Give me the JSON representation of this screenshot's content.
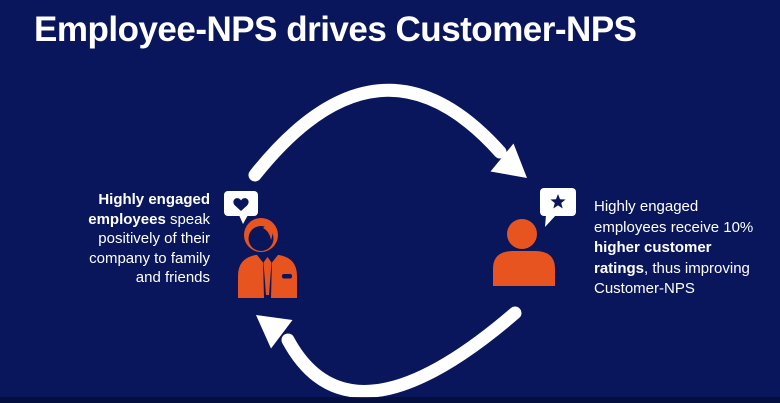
{
  "title": "Employee-NPS drives Customer-NPS",
  "colors": {
    "background": "#0a165c",
    "bottom_edge": "#050e3a",
    "orange": "#e85420",
    "white": "#ffffff"
  },
  "icons": {
    "cycle": "circular-arrows",
    "left_person": "employee-person-icon",
    "left_bubble": "heart-speech-bubble-icon",
    "right_person": "customer-person-icon",
    "right_bubble": "star-speech-bubble-icon"
  },
  "left_text": {
    "lines": [
      [
        {
          "t": "Highly engaged",
          "b": true
        }
      ],
      [
        {
          "t": "employees",
          "b": true
        },
        {
          "t": " speak",
          "b": false
        }
      ],
      [
        {
          "t": "positively of their",
          "b": false
        }
      ],
      [
        {
          "t": "company to family",
          "b": false
        }
      ],
      [
        {
          "t": "and friends",
          "b": false
        }
      ]
    ]
  },
  "right_text": {
    "lines": [
      [
        {
          "t": "Highly engaged",
          "b": false
        }
      ],
      [
        {
          "t": "employees receive 10%",
          "b": false
        }
      ],
      [
        {
          "t": "higher customer",
          "b": true
        }
      ],
      [
        {
          "t": "ratings",
          "b": true
        },
        {
          "t": ", thus improving",
          "b": false
        }
      ],
      [
        {
          "t": "Customer-NPS",
          "b": false
        }
      ]
    ]
  }
}
